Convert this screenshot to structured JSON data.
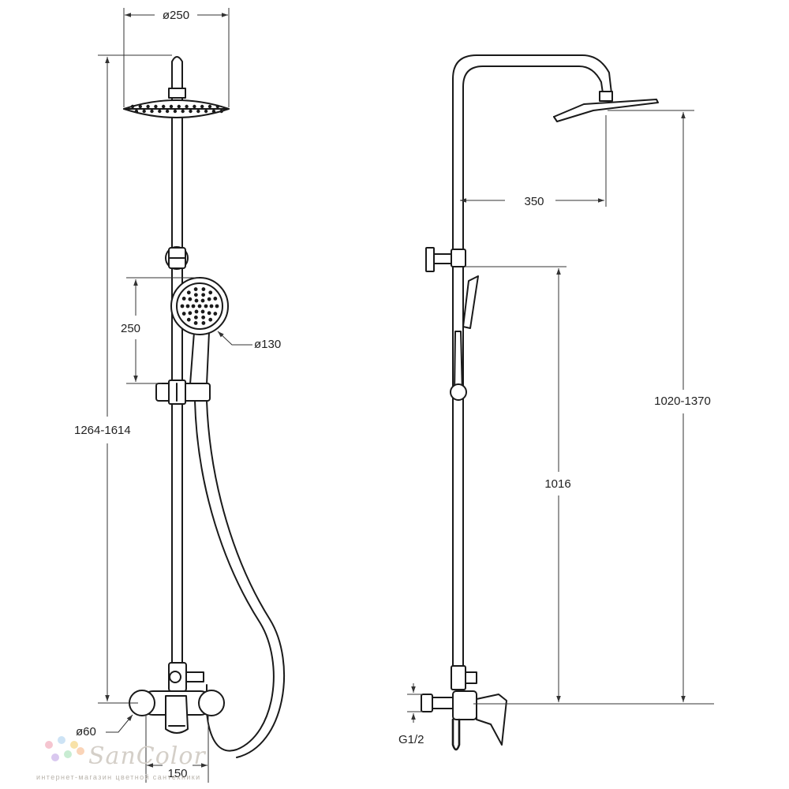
{
  "dimensions": {
    "overhead_diameter": "ø250",
    "hand_shower_diameter": "ø130",
    "holder_spacing": "250",
    "total_height": "1264-1614",
    "mixer_diameter": "ø60",
    "mixer_spacing": "150",
    "arm_reach": "350",
    "overhead_height": "1020-1370",
    "slider_height": "1016",
    "thread": "G1/2"
  },
  "watermark": {
    "name": "SanColor",
    "tagline": "интернет-магазин цветной сантехники",
    "dot_colors": [
      "#f5c5d0",
      "#cde3f5",
      "#f8e2a8",
      "#d9c8ef",
      "#c8ecd2",
      "#fad4b8"
    ]
  }
}
